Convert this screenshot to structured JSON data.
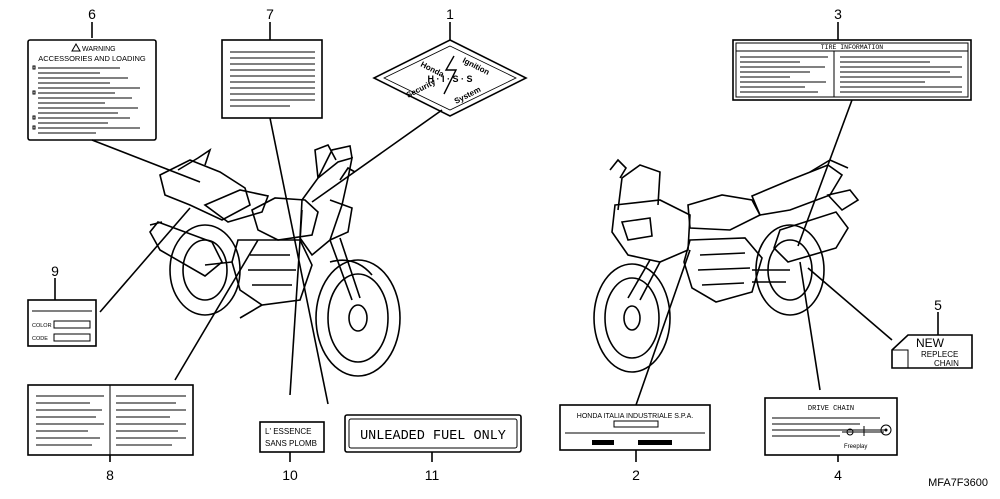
{
  "callouts": [
    {
      "id": "c1",
      "number": "1"
    },
    {
      "id": "c2",
      "number": "2"
    },
    {
      "id": "c3",
      "number": "3"
    },
    {
      "id": "c4",
      "number": "4"
    },
    {
      "id": "c5",
      "number": "5"
    },
    {
      "id": "c6",
      "number": "6"
    },
    {
      "id": "c7",
      "number": "7"
    },
    {
      "id": "c8",
      "number": "8"
    },
    {
      "id": "c9",
      "number": "9"
    },
    {
      "id": "c10",
      "number": "10"
    },
    {
      "id": "c11",
      "number": "11"
    }
  ],
  "labels": {
    "warning_title": "WARNING",
    "warning_subtitle": "ACCESSORIES AND LOADING",
    "hiss_top_left": "Honda",
    "hiss_top_right": "Ignition",
    "hiss_center": "H · I · S · S",
    "hiss_bottom_left": "Security",
    "hiss_bottom_right": "System",
    "tire_title": "TIRE INFORMATION",
    "color_label": "COLOR",
    "code_label": "CODE",
    "new_title": "NEW",
    "new_line2": "REPLECE",
    "new_line3": "CHAIN",
    "essence_line1": "L' ESSENCE",
    "essence_line2": "SANS PLOMB",
    "unleaded": "UNLEADED FUEL ONLY",
    "honda_italia": "HONDA ITALIA INDUSTRIALE S.P.A.",
    "drive_chain": "DRIVE CHAIN",
    "freeplay": "Freeplay"
  },
  "diagram_code": "MFA7F3600"
}
